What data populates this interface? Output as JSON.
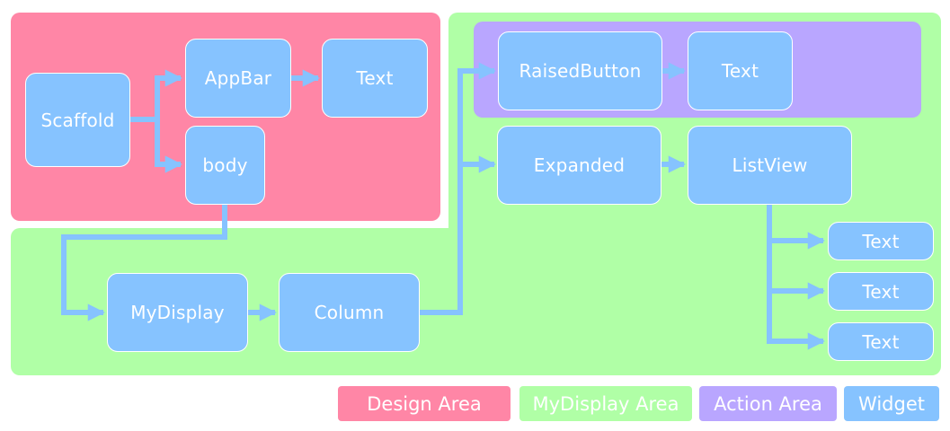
{
  "colors": {
    "design": "#ff86a6",
    "mydisplay": "#b0ffa6",
    "action": "#b9a6ff",
    "widget": "#86c3ff",
    "arrow": "#86c3ff"
  },
  "nodes": {
    "scaffold": "Scaffold",
    "appbar": "AppBar",
    "appbar_text": "Text",
    "body": "body",
    "mydisplay": "MyDisplay",
    "column": "Column",
    "raisedbutton": "RaisedButton",
    "button_text": "Text",
    "expanded": "Expanded",
    "listview": "ListView",
    "list_text_1": "Text",
    "list_text_2": "Text",
    "list_text_3": "Text"
  },
  "legend": {
    "design": "Design Area",
    "mydisplay": "MyDisplay Area",
    "action": "Action Area",
    "widget": "Widget"
  }
}
